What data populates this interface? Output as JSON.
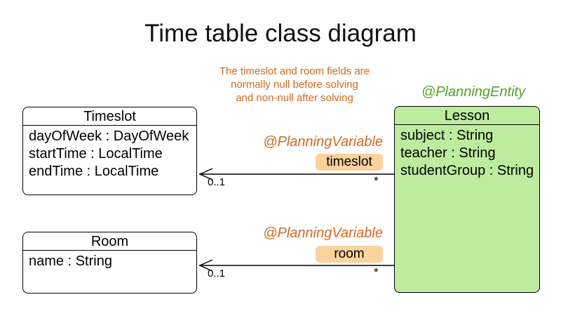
{
  "title": "Time table class diagram",
  "note": {
    "lines": [
      "The timeslot and room fields are",
      "normally null before solving",
      "and non-null after solving"
    ]
  },
  "classes": {
    "timeslot": {
      "name": "Timeslot",
      "attributes": [
        "dayOfWeek : DayOfWeek",
        "startTime : LocalTime",
        "endTime : LocalTime"
      ]
    },
    "room": {
      "name": "Room",
      "attributes": [
        "name : String"
      ]
    },
    "lesson": {
      "name": "Lesson",
      "stereotype": "@PlanningEntity",
      "attributes": [
        "subject : String",
        "teacher : String",
        "studentGroup : String"
      ]
    }
  },
  "associations": [
    {
      "annotation": "@PlanningVariable",
      "field": "timeslot",
      "multiplicity_target": "0..1",
      "multiplicity_source": "*"
    },
    {
      "annotation": "@PlanningVariable",
      "field": "room",
      "multiplicity_target": "0..1",
      "multiplicity_source": "*"
    }
  ],
  "colors": {
    "orange_text": "#D2691E",
    "green_text": "#52A326",
    "entity_fill": "#BDEC9E",
    "badge_fill": "#F9D29E",
    "line_color": "#000000"
  }
}
